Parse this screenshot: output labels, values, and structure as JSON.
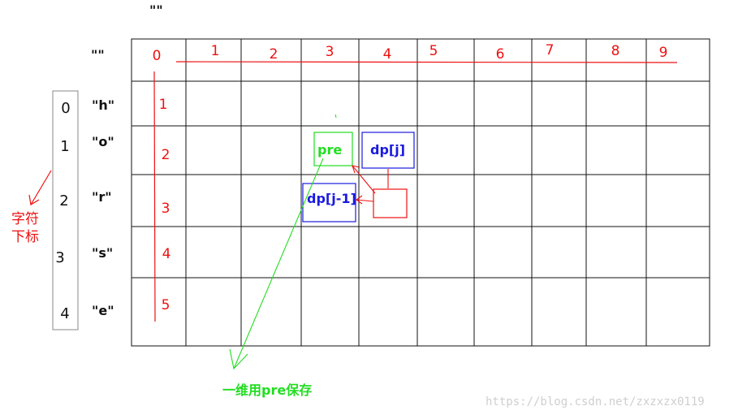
{
  "top_label": "\"\"",
  "row_header_label": "\"\"",
  "column_indices": [
    "0",
    "1",
    "2",
    "3",
    "4",
    "5",
    "6",
    "7",
    "8",
    "9"
  ],
  "row_indices": [
    "1",
    "2",
    "3",
    "4",
    "5"
  ],
  "row_chars": [
    "\"h\"",
    "\"o\"",
    "\"r\"",
    "\"s\"",
    "\"e\""
  ],
  "char_subscripts": [
    "0",
    "1",
    "2",
    "3",
    "4"
  ],
  "subscript_caption": [
    "字符",
    "下标"
  ],
  "cell_labels": {
    "pre": "pre",
    "dp_j": "dp[j]",
    "dp_j_minus_1": "dp[j-1]"
  },
  "bottom_caption": "一维用pre保存",
  "watermark": "https://blog.csdn.net/zxzxzx0119",
  "colors": {
    "grid": "#111111",
    "red": "#ee1111",
    "green": "#22dd22",
    "blue": "#1a1ae0",
    "index_box": "#888888",
    "watermark": "#cfcfcf"
  }
}
